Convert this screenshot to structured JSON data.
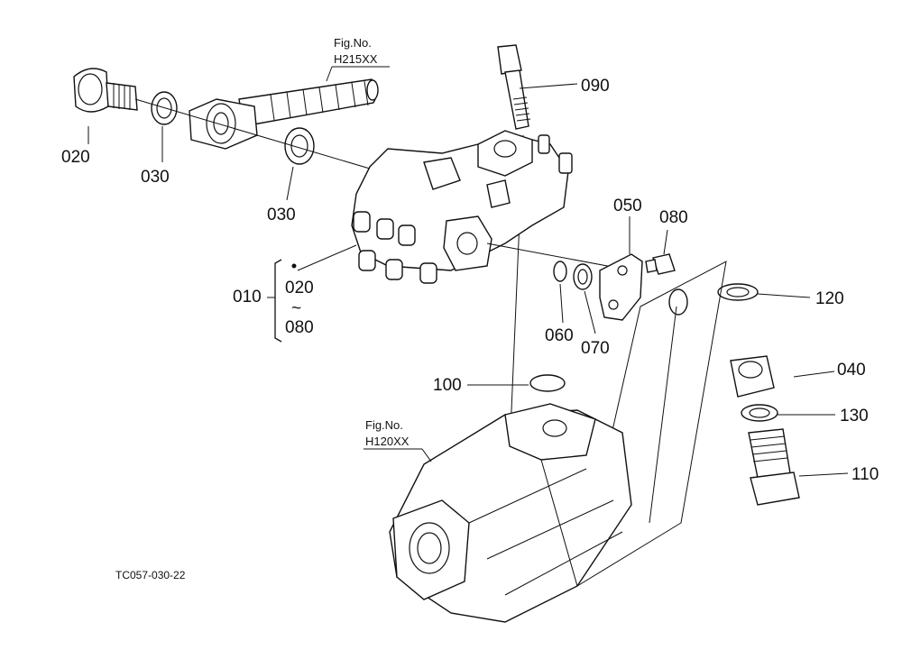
{
  "figure_refs": {
    "top": {
      "line1": "Fig.No.",
      "line2": "H215XX"
    },
    "bottom": {
      "line1": "Fig.No.",
      "line2": "H120XX"
    }
  },
  "callouts": {
    "p020": "020",
    "p030a": "030",
    "p030b": "030",
    "p090": "090",
    "p050": "050",
    "p080": "080",
    "p120": "120",
    "p060": "060",
    "p070": "070",
    "p040": "040",
    "p100": "100",
    "p130": "130",
    "p110": "110",
    "p010": "010"
  },
  "assembly_range": {
    "from": "020",
    "tilde": "~",
    "to": "080"
  },
  "doc_id": "TC057-030-22"
}
